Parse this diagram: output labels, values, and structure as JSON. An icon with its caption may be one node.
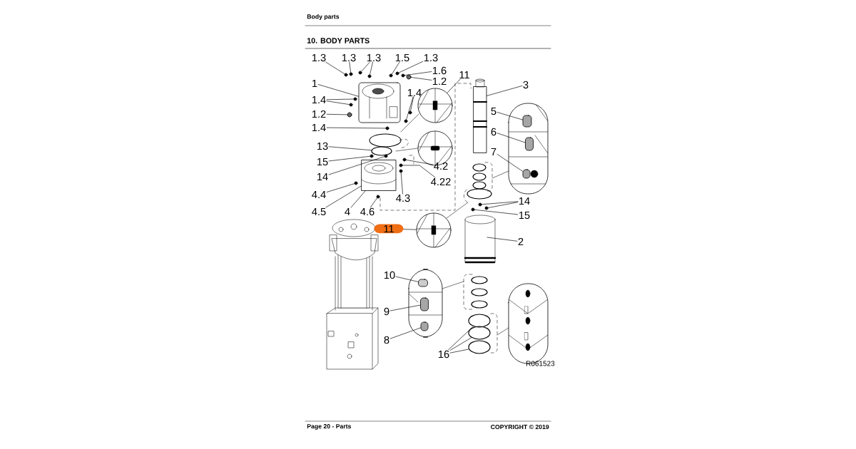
{
  "diagram": {
    "title": "10. BODY PARTS",
    "nodes": [
      {
        "text": [
          "1.3"
        ]
      },
      {
        "text": [
          "1.3"
        ]
      },
      {
        "text": [
          "1.3"
        ]
      },
      {
        "text": [
          "1.5"
        ]
      },
      {
        "text": [
          "1.3"
        ]
      },
      {
        "text": [
          "1.6"
        ]
      },
      {
        "text": [
          "11"
        ]
      },
      {
        "text": [
          "1"
        ]
      },
      {
        "text": [
          "1.2"
        ]
      },
      {
        "text": [
          "3"
        ]
      },
      {
        "text": [
          "1.4"
        ]
      },
      {
        "text": [
          "1.4"
        ]
      },
      {
        "text": [
          "5"
        ]
      },
      {
        "text": [
          "1.2"
        ]
      },
      {
        "text": [
          "1.4"
        ]
      },
      {
        "text": [
          "6"
        ]
      },
      {
        "text": [
          "13"
        ]
      },
      {
        "text": [
          "7"
        ]
      },
      {
        "text": [
          "15"
        ]
      },
      {
        "text": [
          "4.2"
        ]
      },
      {
        "text": [
          "14"
        ]
      },
      {
        "text": [
          "4.22"
        ]
      },
      {
        "text": [
          "4.4"
        ]
      },
      {
        "text": [
          "4.3"
        ]
      },
      {
        "text": [
          "14"
        ]
      },
      {
        "text": [
          "4.5"
        ]
      },
      {
        "text": [
          "4"
        ]
      },
      {
        "text": [
          "4.6"
        ]
      },
      {
        "text": [
          "15"
        ]
      },
      {
        "text": [
          "11"
        ]
      },
      {
        "text": [
          "2"
        ]
      },
      {
        "text": [
          "10"
        ]
      },
      {
        "text": [
          "9"
        ]
      },
      {
        "text": [
          "8"
        ]
      },
      {
        "text": [
          "16"
        ]
      },
      {
        "text": [],
        "shape": "circle"
      },
      {
        "text": [],
        "shape": "circle"
      },
      {
        "text": [],
        "shape": "circle"
      },
      {
        "text": [],
        "shape": "circle"
      },
      {
        "text": [],
        "shape": "circle"
      },
      {
        "text": [],
        "shape": "circle"
      },
      {
        "text": [],
        "shape": "circle"
      },
      {
        "text": [],
        "shape": "circle"
      },
      {
        "text": [],
        "shape": "circle"
      },
      {
        "text": [],
        "shape": "cylinder"
      },
      {
        "text": [],
        "shape": "circle"
      },
      {
        "text": [],
        "shape": "circle"
      },
      {
        "text": [],
        "shape": "circle"
      },
      {
        "text": [],
        "shape": "circle"
      },
      {
        "text": [],
        "shape": "circle"
      },
      {
        "text": [],
        "shape": "box"
      },
      {
        "text": [],
        "shape": "circle"
      },
      {
        "text": [],
        "shape": "box"
      },
      {
        "text": [],
        "shape": "circle"
      },
      {
        "text": [],
        "shape": "circle"
      },
      {
        "text": [],
        "shape": "circle"
      },
      {
        "text": [],
        "shape": "circle"
      },
      {
        "text": [],
        "shape": "circle"
      },
      {
        "text": [],
        "shape": "circle"
      },
      {
        "text": [],
        "shape": "box"
      },
      {
        "text": [],
        "shape": "circle"
      },
      {
        "text": [],
        "shape": "circle"
      },
      {
        "text": [],
        "shape": "circle"
      },
      {
        "text": [],
        "shape": "circle"
      },
      {
        "text": [],
        "shape": "circle"
      },
      {
        "text": [],
        "shape": "circle"
      },
      {
        "text": [],
        "shape": "box"
      },
      {
        "text": [],
        "shape": "box"
      },
      {
        "text": [],
        "shape": "box"
      },
      {
        "text": [],
        "shape": "circle"
      },
      {
        "text": [],
        "shape": "circle"
      },
      {
        "text": [],
        "shape": "circle"
      },
      {
        "text": [],
        "shape": "cylinder"
      },
      {
        "text": [],
        "shape": "box"
      }
    ],
    "edges": [
      {
        "from": 0,
        "to": 35,
        "arrow": "none"
      },
      {
        "from": 1,
        "to": 36,
        "arrow": "none"
      },
      {
        "from": 2,
        "to": 37,
        "arrow": "none"
      },
      {
        "from": 2,
        "to": 38,
        "arrow": "none"
      },
      {
        "from": 3,
        "to": 39,
        "arrow": "none"
      },
      {
        "from": 4,
        "to": 40,
        "arrow": "none"
      },
      {
        "from": 5,
        "to": 41,
        "arrow": "none"
      },
      {
        "from": 6,
        "to": 43,
        "arrow": "none"
      },
      {
        "from": 7,
        "to": 73,
        "arrow": "none"
      },
      {
        "from": 8,
        "to": 42,
        "arrow": "none"
      },
      {
        "from": 9,
        "to": 44,
        "arrow": "none"
      },
      {
        "from": 10,
        "to": 48,
        "arrow": "none"
      },
      {
        "from": 10,
        "to": 49,
        "arrow": "none"
      },
      {
        "from": 11,
        "to": 45,
        "arrow": "none"
      },
      {
        "from": 11,
        "to": 46,
        "arrow": "none"
      },
      {
        "from": 12,
        "to": 50,
        "arrow": "none"
      },
      {
        "from": 13,
        "to": 47,
        "arrow": "none"
      },
      {
        "from": 14,
        "to": 51,
        "arrow": "none"
      },
      {
        "from": 15,
        "to": 52,
        "arrow": "none"
      },
      {
        "from": 16,
        "to": 53,
        "arrow": "none"
      },
      {
        "from": 17,
        "to": 59,
        "arrow": "none"
      },
      {
        "from": 18,
        "to": 54,
        "arrow": "none"
      },
      {
        "from": 19,
        "to": 55,
        "arrow": "none"
      },
      {
        "from": 20,
        "to": 56,
        "arrow": "none"
      },
      {
        "from": 21,
        "to": 57,
        "arrow": "none"
      },
      {
        "from": 22,
        "to": 60,
        "arrow": "none"
      },
      {
        "from": 23,
        "to": 58,
        "arrow": "none"
      },
      {
        "from": 24,
        "to": 62,
        "arrow": "none"
      },
      {
        "from": 24,
        "to": 63,
        "arrow": "none"
      },
      {
        "from": 25,
        "to": 72,
        "arrow": "none"
      },
      {
        "from": 26,
        "to": 72,
        "arrow": "none"
      },
      {
        "from": 27,
        "to": 61,
        "arrow": "none"
      },
      {
        "from": 28,
        "to": 64,
        "arrow": "none"
      },
      {
        "from": 29,
        "to": 65,
        "arrow": "none"
      },
      {
        "from": 30,
        "to": null,
        "arrow": "none"
      },
      {
        "from": 31,
        "to": 66,
        "arrow": "none"
      },
      {
        "from": 32,
        "to": 67,
        "arrow": "none"
      },
      {
        "from": 33,
        "to": 68,
        "arrow": "none"
      },
      {
        "from": 34,
        "to": 69,
        "arrow": "none"
      },
      {
        "from": 34,
        "to": 70,
        "arrow": "none"
      },
      {
        "from": 34,
        "to": 71,
        "arrow": "none"
      }
    ],
    "labels": [
      "Body parts",
      "R061523",
      "Page 20 - Parts",
      "COPYRIGHT © 2019"
    ]
  }
}
